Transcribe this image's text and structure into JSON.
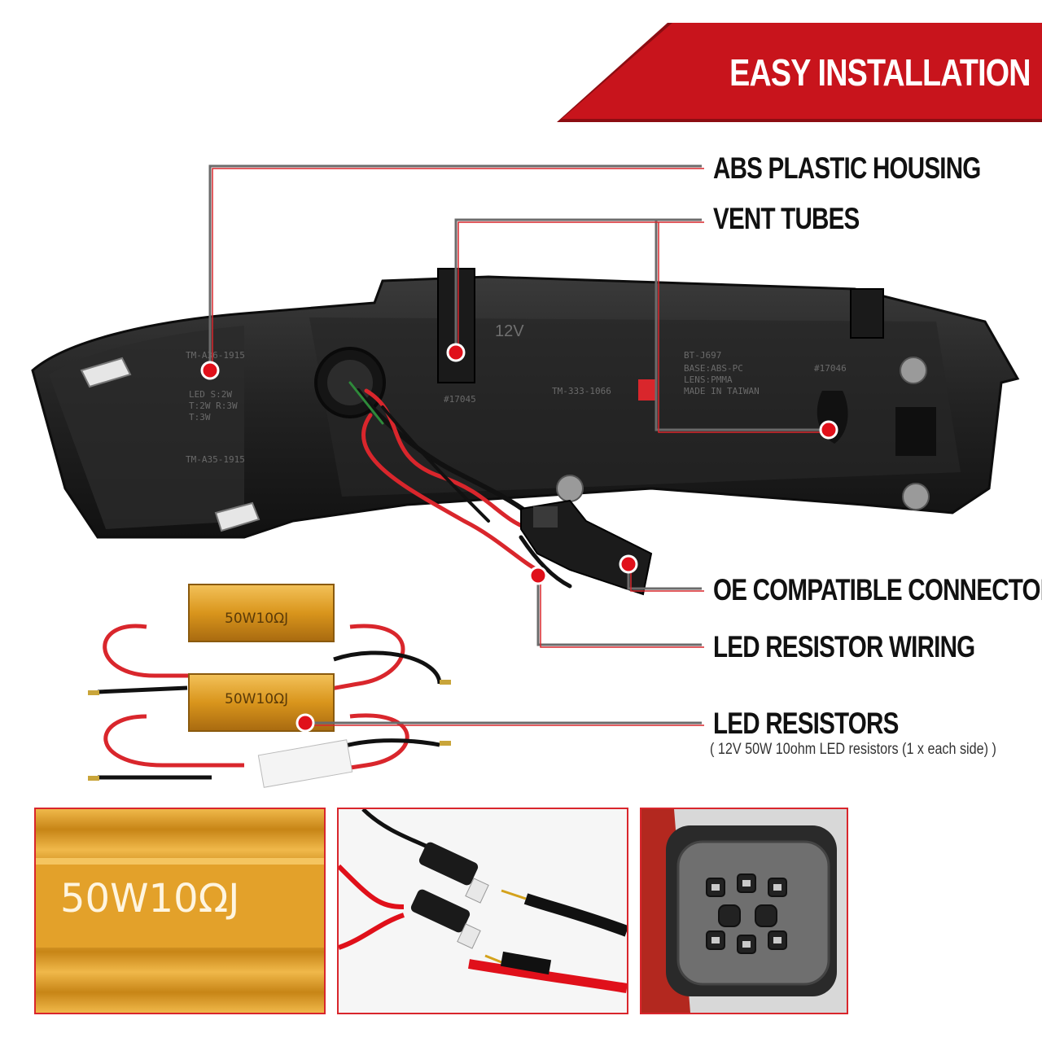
{
  "banner": {
    "title": "EASY INSTALLATION",
    "color": "#c8141c"
  },
  "callouts": {
    "housing": "ABS PLASTIC HOUSING",
    "vent": "VENT TUBES",
    "connector": "OE COMPATIBLE CONNECTOR",
    "wiring": "LED RESISTOR WIRING",
    "resistors": "LED RESISTORS",
    "resistors_note": "( 12V 50W 10ohm LED resistors (1 x each side) )"
  },
  "product_labels": {
    "resistor_top": "50W10ΩJ",
    "resistor_bottom": "50W10ΩJ",
    "resistor_closeup": "50W10ΩJ",
    "housing_voltage": "12V"
  },
  "colors": {
    "accent": "#d9262c",
    "marker": "#e0101a",
    "leader_line": "#6b6b6b",
    "resistor_gold": "#d99a1e"
  }
}
